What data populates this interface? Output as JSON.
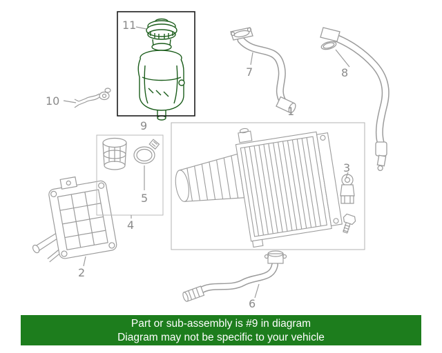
{
  "diagram": {
    "highlighted_callout": "9",
    "callouts": [
      {
        "id": "1",
        "label": "1"
      },
      {
        "id": "2",
        "label": "2"
      },
      {
        "id": "3",
        "label": "3"
      },
      {
        "id": "4",
        "label": "4"
      },
      {
        "id": "5",
        "label": "5"
      },
      {
        "id": "6",
        "label": "6"
      },
      {
        "id": "7",
        "label": "7"
      },
      {
        "id": "8",
        "label": "8"
      },
      {
        "id": "9",
        "label": "9"
      },
      {
        "id": "10",
        "label": "10"
      },
      {
        "id": "11",
        "label": "11"
      }
    ]
  },
  "banner": {
    "line1": "Part or sub-assembly is #9 in diagram",
    "line2": "Diagram may not be specific to your vehicle"
  },
  "colors": {
    "banner_bg": "#1d7d1d",
    "banner_text": "#ffffff",
    "highlight_green": "#1a5c1a",
    "part_outline_gray": "#9b9b9b",
    "callout_label_gray": "#8a8a8a",
    "selection_box_black": "#1a1a1a"
  }
}
